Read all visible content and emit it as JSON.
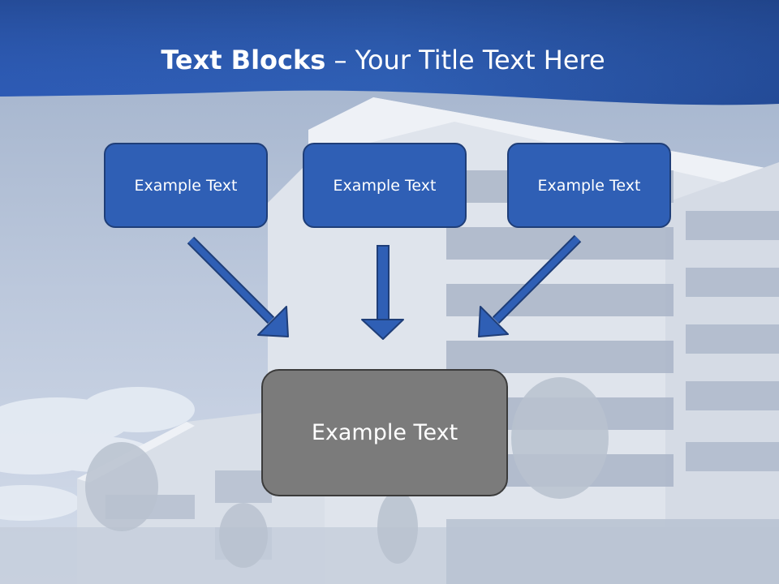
{
  "slide": {
    "title_bold": "Text Blocks",
    "title_rest": " – Your Title Text Here"
  },
  "diagram": {
    "source_boxes": [
      {
        "label": "Example Text"
      },
      {
        "label": "Example Text"
      },
      {
        "label": "Example Text"
      }
    ],
    "target_box": {
      "label": "Example Text"
    }
  },
  "colors": {
    "header_blue": "#2f5fb5",
    "box_blue": "#2f5fb5",
    "box_border": "#1f3e78",
    "target_gray": "#7b7b7b",
    "target_border": "#3b3b3b"
  },
  "icons": [
    "arrow-down-right-icon",
    "arrow-down-icon",
    "arrow-down-left-icon"
  ]
}
